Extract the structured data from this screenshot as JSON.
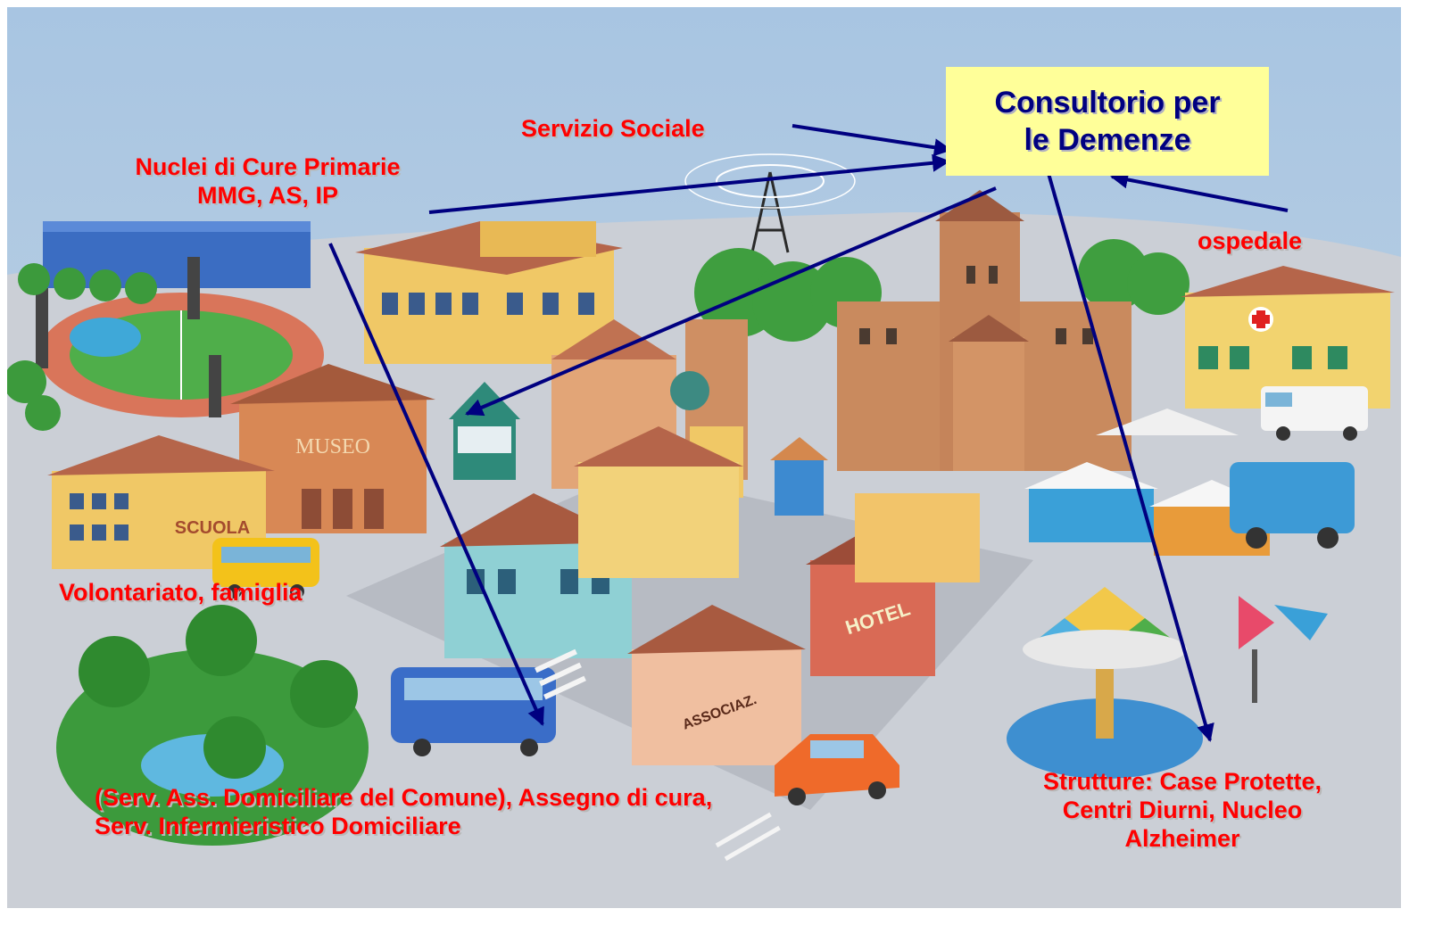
{
  "hub": {
    "line1": "Consultorio per",
    "line2": "le Demenze"
  },
  "labels": {
    "servizio_sociale": "Servizio Sociale",
    "nuclei_line1": "Nuclei di Cure Primarie",
    "nuclei_line2": "MMG, AS, IP",
    "ospedale": "ospedale",
    "volontariato": "Volontariato, famiglia",
    "domiciliare_line1": "(Serv. Ass. Domiciliare del Comune), Assegno di cura,",
    "domiciliare_line2": "Serv. Infermieristico Domiciliare",
    "strutture_line1": "Strutture: Case Protette,",
    "strutture_line2": "Centri Diurni, Nucleo",
    "strutture_line3": "Alzheimer"
  },
  "scene_signs": {
    "museo": "MUSEO",
    "scuola": "SCUOLA",
    "hotel": "HOTEL",
    "associazioni": "ASSOCIAZ."
  },
  "colors": {
    "label_red": "#ff0000",
    "hub_fill": "#ffff99",
    "hub_text": "#000080",
    "arrow": "#000080",
    "sky": "#8fb3d6",
    "ground": "#c9ccd2"
  }
}
